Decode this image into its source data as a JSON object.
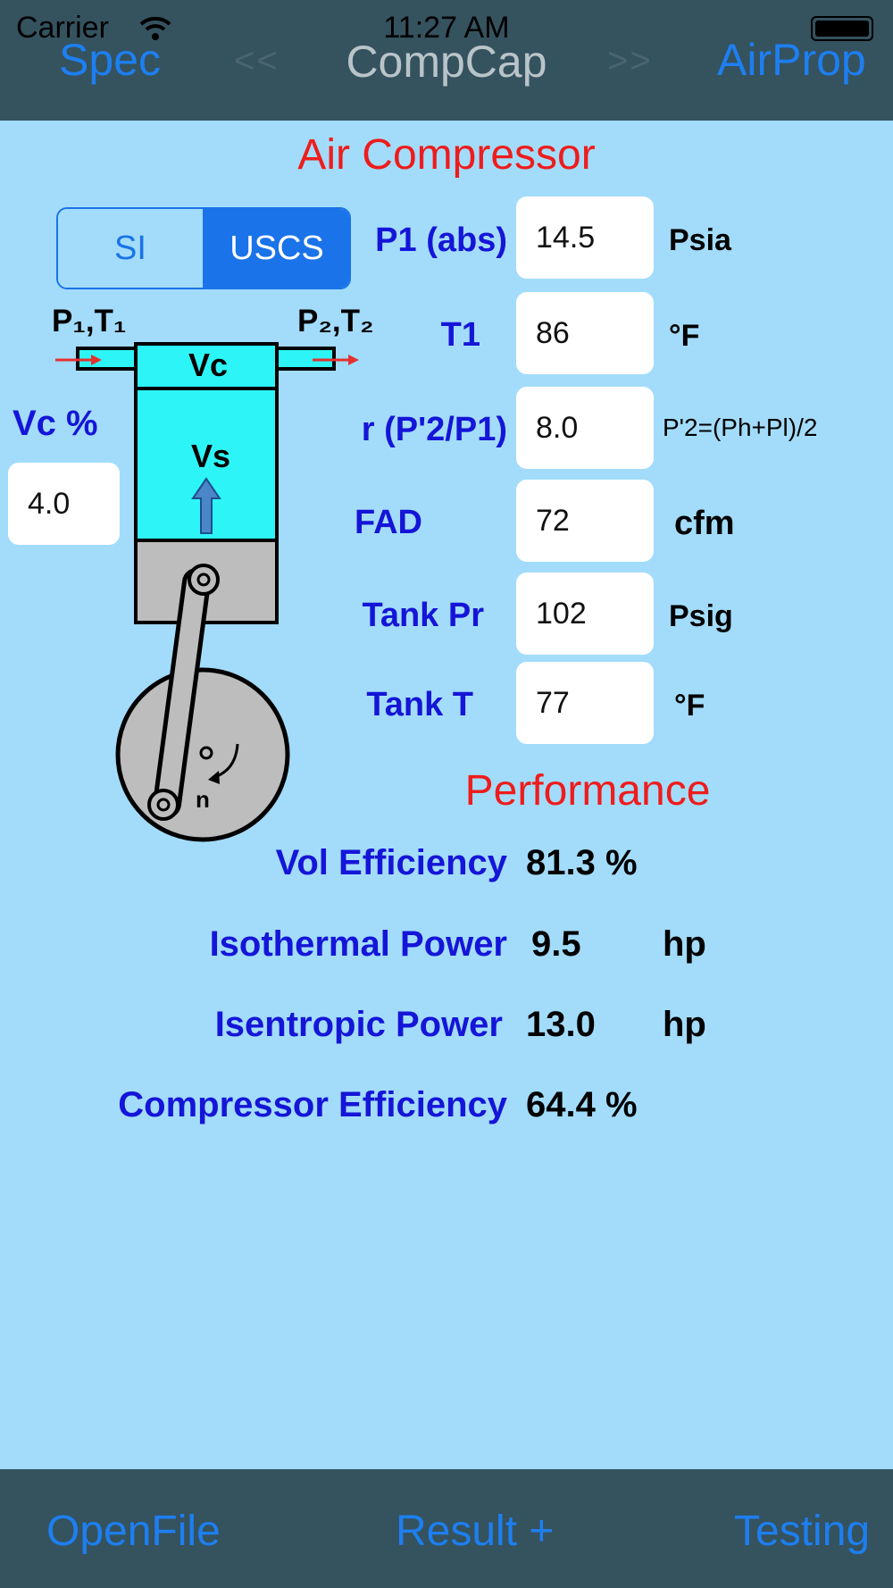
{
  "status": {
    "carrier": "Carrier",
    "time": "11:27 AM"
  },
  "nav": {
    "left": "Spec",
    "prev": "<<",
    "title": "CompCap",
    "next": ">>",
    "right": "AirProp"
  },
  "title": "Air Compressor",
  "units_toggle": {
    "options": [
      "SI",
      "USCS"
    ],
    "selected": "USCS"
  },
  "diagram": {
    "inlet": "P₁,T₁",
    "outlet": "P₂,T₂",
    "clearance": "Vc",
    "swept": "Vs",
    "speed": "n"
  },
  "vc": {
    "label": "Vc %",
    "value": "4.0"
  },
  "inputs": [
    {
      "label": "P1 (abs)",
      "value": "14.5",
      "unit": "Psia"
    },
    {
      "label": "T1",
      "value": "86",
      "unit": "°F"
    },
    {
      "label": "r (P'2/P1)",
      "value": "8.0",
      "unit": "P'2=(Ph+Pl)/2"
    },
    {
      "label": "FAD",
      "value": "72",
      "unit": "cfm"
    },
    {
      "label": "Tank Pr",
      "value": "102",
      "unit": "Psig"
    },
    {
      "label": "Tank T",
      "value": "77",
      "unit": "°F"
    }
  ],
  "performance_title": "Performance",
  "performance": [
    {
      "label": "Vol Efficiency",
      "value": "81.3 %",
      "unit": ""
    },
    {
      "label": "Isothermal Power",
      "value": "9.5",
      "unit": "hp"
    },
    {
      "label": "Isentropic Power",
      "value": "13.0",
      "unit": "hp"
    },
    {
      "label": "Compressor Efficiency",
      "value": "64.4 %",
      "unit": ""
    }
  ],
  "toolbar": {
    "open": "OpenFile",
    "result": "Result +",
    "testing": "Testing"
  },
  "colors": {
    "background": "#a3dcfb",
    "bar": "#35525f",
    "accent": "#1d7ff0",
    "heading": "#ee1c1c",
    "label": "#1515d8"
  }
}
